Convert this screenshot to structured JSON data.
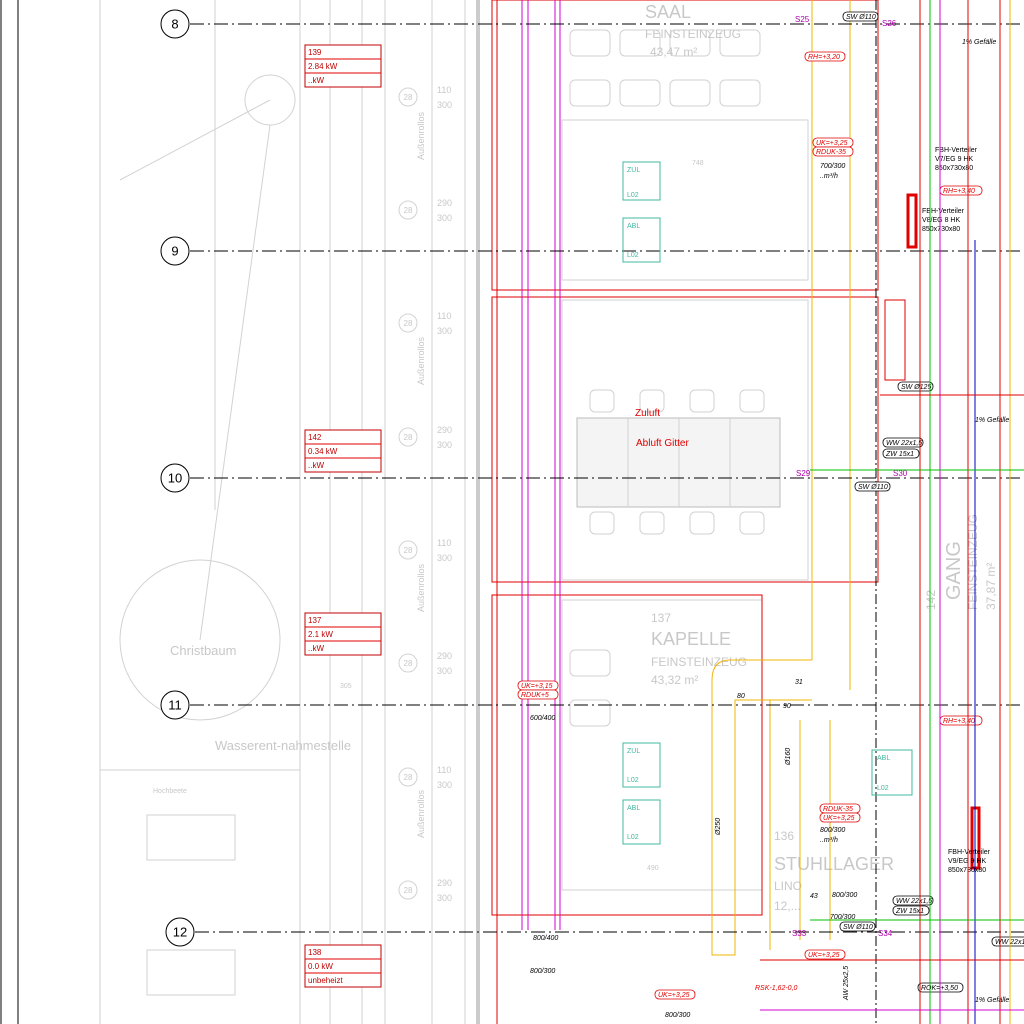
{
  "axes": [
    "8",
    "9",
    "10",
    "11",
    "12"
  ],
  "room_loads": [
    {
      "room": "139",
      "heat": "2.84 kW",
      "cool": "..kW"
    },
    {
      "room": "142",
      "heat": "0.34 kW",
      "cool": "..kW"
    },
    {
      "room": "137",
      "heat": "2.1 kW",
      "cool": "..kW"
    },
    {
      "room": "138",
      "heat": "0.0 kW",
      "cool": "unbeheizt"
    }
  ],
  "windows": {
    "tag": "28",
    "w110": "110",
    "w290": "290",
    "h300": "300",
    "shade_label": "Außenrollos"
  },
  "rooms": {
    "saal": {
      "name": "SAAL",
      "floor": "FEINSTEINZEUG",
      "area": "43,47 m²"
    },
    "kapelle": {
      "number": "137",
      "name": "KAPELLE",
      "floor": "FEINSTEINZEUG",
      "area": "43,32 m²"
    },
    "stuhllager": {
      "number": "136",
      "name": "STUHLLAGER",
      "floor": "LINO",
      "area": "12,..."
    },
    "gang": {
      "number": "142",
      "name": "GANG",
      "floor": "FEINSTEINZEUG",
      "area": "37,87 m²"
    }
  },
  "outdoor": {
    "tree": "Christbaum",
    "water": "Wasserent-nahmestelle",
    "beds": "Hochbeete"
  },
  "vent": {
    "supply": "Zuluft",
    "exhaust": "Abluft Gitter"
  },
  "terminals": {
    "zul": "ZUL",
    "abl": "ABL",
    "l02": "L02"
  },
  "sensors": [
    "S25",
    "S26",
    "S29",
    "S30",
    "S33",
    "S34"
  ],
  "duct_sizes": {
    "d700": "700/300",
    "d800": "800/300",
    "d600": "600/400",
    "d800b": "800/400",
    "flow": "..m³/h",
    "phi250": "Ø250",
    "phi160": "Ø160"
  },
  "pipes": {
    "sw": "SW Ø110",
    "sw125": "SW Ø125",
    "ww": "WW 22x1,5",
    "zw": "ZW 15x1",
    "slope": "1% Gefälle",
    "aw": "AW 25x2,5",
    "rok": "ROK=+3,50"
  },
  "heights": {
    "uk325": "UK=+3,25",
    "rduk35": "RDUK-35",
    "uk315": "UK=+3,15",
    "rduk45": "RDUK+5",
    "rh320": "RH=+3,20",
    "rh340": "RH=+3,40",
    "rk": "RSK-1,62-0,0"
  },
  "manifolds": [
    {
      "title": "FBH-Verteiler",
      "id": "V7/EG 9 HK",
      "size": "850x730x80"
    },
    {
      "title": "FBH-Verteiler",
      "id": "V8/EG 8 HK",
      "size": "850x730x80"
    },
    {
      "title": "FBH-Verteiler",
      "id": "V9/EG 9 HK",
      "size": "850x730x80"
    }
  ],
  "dims": {
    "d80": "80",
    "d90": "90",
    "d31": "31",
    "d43": "43",
    "d305": "305",
    "d490": "490",
    "d748": "748"
  }
}
